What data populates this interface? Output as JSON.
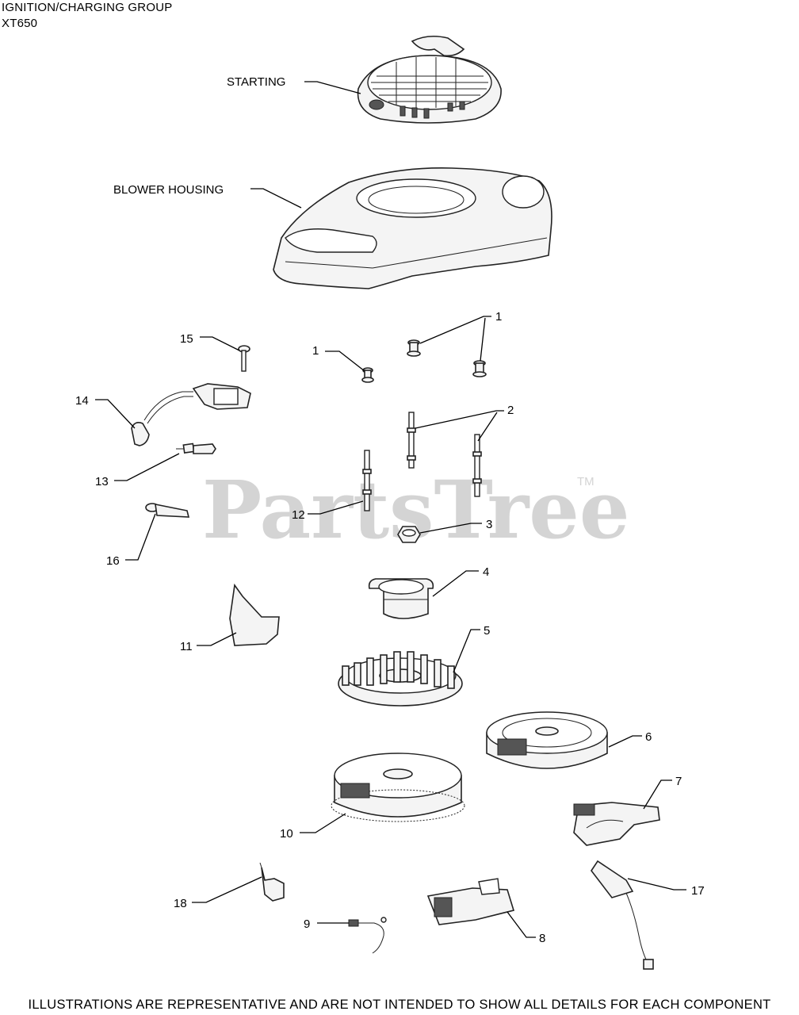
{
  "header": {
    "title": "IGNITION/CHARGING GROUP",
    "model": "XT650"
  },
  "watermark": {
    "text": "PartsTree",
    "trademark": "TM"
  },
  "callouts": {
    "starting": "STARTING",
    "blower_housing": "BLOWER HOUSING",
    "c1a": "1",
    "c1b": "1",
    "c2": "2",
    "c3": "3",
    "c4": "4",
    "c5": "5",
    "c6": "6",
    "c7": "7",
    "c8": "8",
    "c9": "9",
    "c10": "10",
    "c11": "11",
    "c12": "12",
    "c13": "13",
    "c14": "14",
    "c15": "15",
    "c16": "16",
    "c17": "17",
    "c18": "18"
  },
  "footer": {
    "disclaimer": "ILLUSTRATIONS ARE REPRESENTATIVE AND ARE NOT INTENDED TO SHOW ALL DETAILS FOR EACH COMPONENT"
  }
}
